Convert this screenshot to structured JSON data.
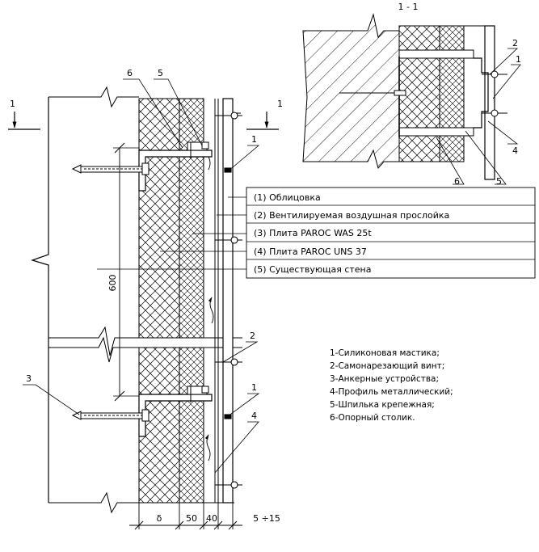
{
  "section_title": "1 - 1",
  "section_marks": {
    "left": "1",
    "right": "1"
  },
  "callouts_main": {
    "c6": "6",
    "c5": "5",
    "c1_top": "1",
    "c2": "2",
    "c3": "3",
    "c1_low": "1",
    "c4": "4"
  },
  "callouts_section": {
    "c2": "2",
    "c1": "1",
    "c4": "4",
    "c6": "6",
    "c5": "5"
  },
  "dimension_vertical": "600",
  "dimensions_bottom": [
    "δ",
    "50",
    "40",
    "5 ÷15"
  ],
  "layers": [
    "(1) Облицовка",
    "(2) Вентилируемая воздушная прослойка",
    "(3) Плита PAROC WAS 25t",
    "(4) Плита PAROC UNS 37",
    "(5) Существующая стена"
  ],
  "notes": [
    "1-Силиконовая мастика;",
    "2-Самонарезающий винт;",
    "3-Анкерные устройства;",
    "4-Профиль металлический;",
    "5-Шпилька крепежная;",
    "6-Опорный столик."
  ]
}
